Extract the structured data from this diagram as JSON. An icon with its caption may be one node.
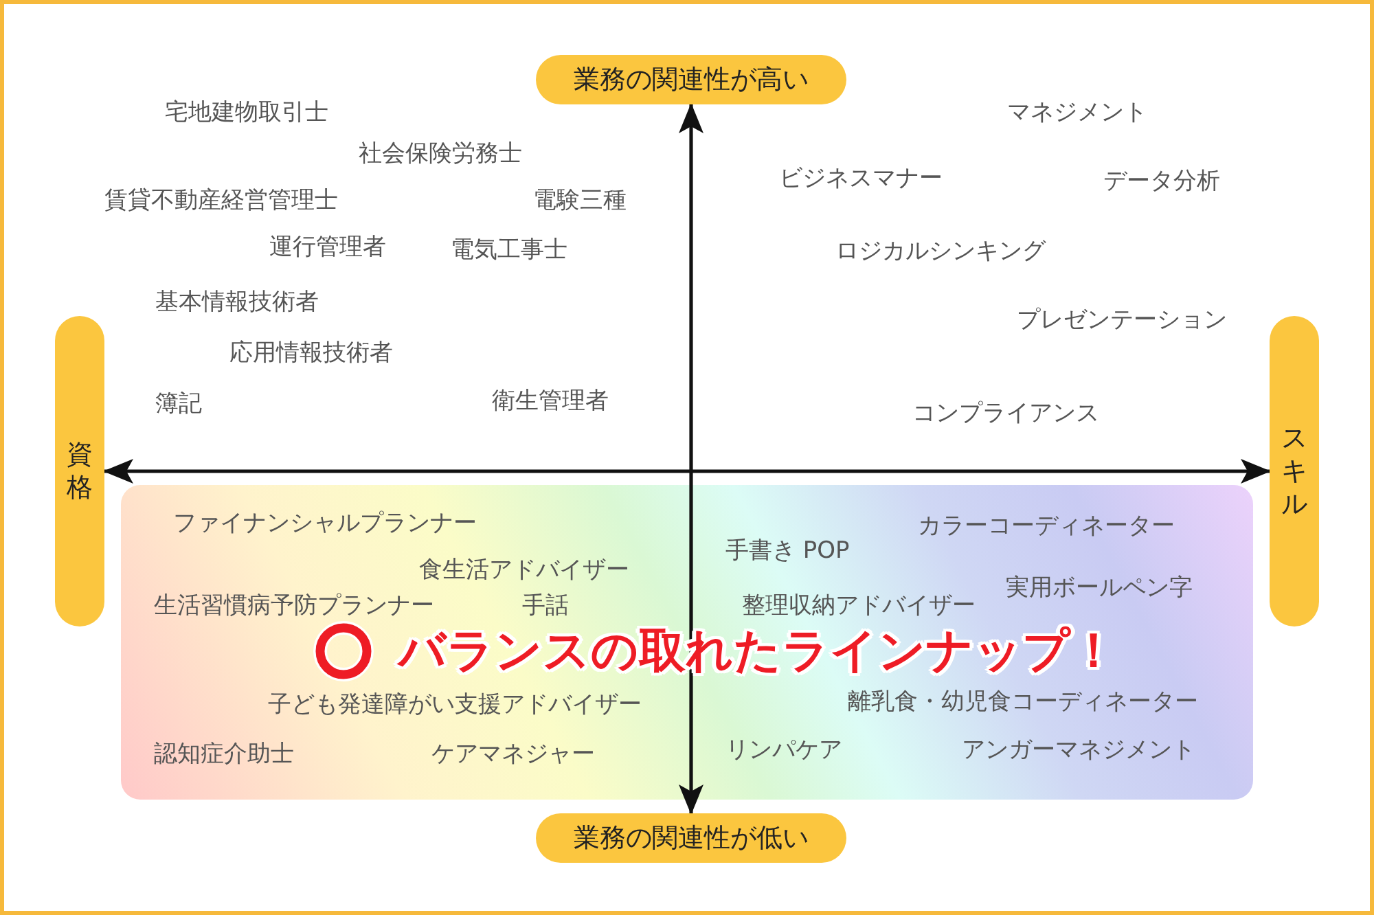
{
  "diagram": {
    "nodes": [
      {
        "text": [
          "業務の関連性が高い"
        ]
      },
      {
        "text": [
          "資格"
        ]
      },
      {
        "text": [
          "スキル"
        ]
      },
      {
        "text": [
          "業務の関連性が低い"
        ]
      }
    ],
    "edges": [
      {
        "from": 0,
        "to": 3,
        "arrow": "both"
      },
      {
        "from": 1,
        "to": 2,
        "arrow": "both"
      }
    ],
    "labels": [
      "宅地建物取引士",
      "マネジメント",
      "社会保険労務士",
      "ビジネスマナー",
      "データ分析",
      "賃貸不動産経営管理士",
      "電験三種",
      "運行管理者",
      "電気工事士",
      "ロジカルシンキング",
      "基本情報技術者",
      "プレゼンテーション",
      "応用情報技術者",
      "簿記",
      "衛生管理者",
      "コンプライアンス",
      "ファイナンシャルプランナー",
      "カラーコーディネーター",
      "手書き POP",
      "食生活アドバイザー",
      "実用ボールペン字",
      "生活習慣病予防プランナー",
      "手話",
      "整理収納アドバイザー",
      "バランスの取れたラインナップ！",
      "子ども発達障がい支援アドバイザー",
      "離乳食・幼児食コーディネーター",
      "認知症介助士",
      "ケアマネジャー",
      "リンパケア",
      "アンガーマネジメント"
    ]
  }
}
